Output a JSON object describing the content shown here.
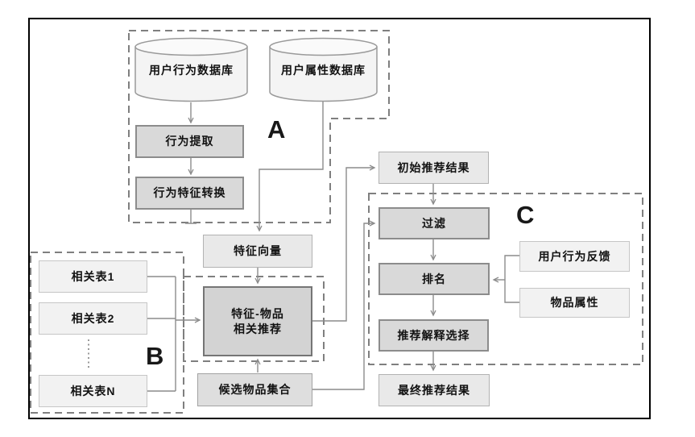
{
  "diagram": {
    "type": "flowchart",
    "description": "Recommendation system architecture flowchart with three dashed modules A, B, C",
    "section_labels": {
      "a": "A",
      "b": "B",
      "c": "C"
    },
    "nodes": {
      "db_behavior": "用户行为数据库",
      "db_attribute": "用户属性数据库",
      "behavior_extract": "行为提取",
      "behavior_feature_transform": "行为特征转换",
      "feature_vector": "特征向量",
      "initial_results": "初始推荐结果",
      "filter": "过滤",
      "ranking": "排名",
      "user_behavior_feedback": "用户行为反馈",
      "item_attributes": "物品属性",
      "explanation_selection": "推荐解释选择",
      "final_results": "最终推荐结果",
      "related_table_1": "相关表1",
      "related_table_2": "相关表2",
      "related_table_n": "相关表N",
      "feature_item": {
        "line1": "特征-物品",
        "line2": "相关推荐"
      },
      "candidate_item_set": "候选物品集合"
    },
    "edges": [
      "用户行为数据库 → 行为提取",
      "行为提取 → 行为特征转换",
      "行为特征转换 → (模块A边界)",
      "用户属性数据库 → 特征向量",
      "特征向量 → 特征-物品相关推荐",
      "相关表1/相关表2/相关表N → 特征-物品相关推荐",
      "候选物品集合 → 特征-物品相关推荐",
      "特征-物品相关推荐 → 初始推荐结果",
      "候选物品集合 → 过滤",
      "初始推荐结果 → 过滤",
      "过滤 → 排名",
      "用户行为反馈 → 排名",
      "物品属性 → 排名",
      "排名 → 推荐解释选择",
      "推荐解释选择 → 最终推荐结果"
    ],
    "colors": {
      "frame": "#000000",
      "dashed_box": "#7f7f7f",
      "connector": "#8c8c8c",
      "process_fill": "#d9d9d9",
      "process_border": "#8c8c8c",
      "result_fill": "#e9e9e9",
      "input_fill": "#f2f2f2",
      "core_fill": "#d3d3d3",
      "text": "#121212"
    }
  }
}
